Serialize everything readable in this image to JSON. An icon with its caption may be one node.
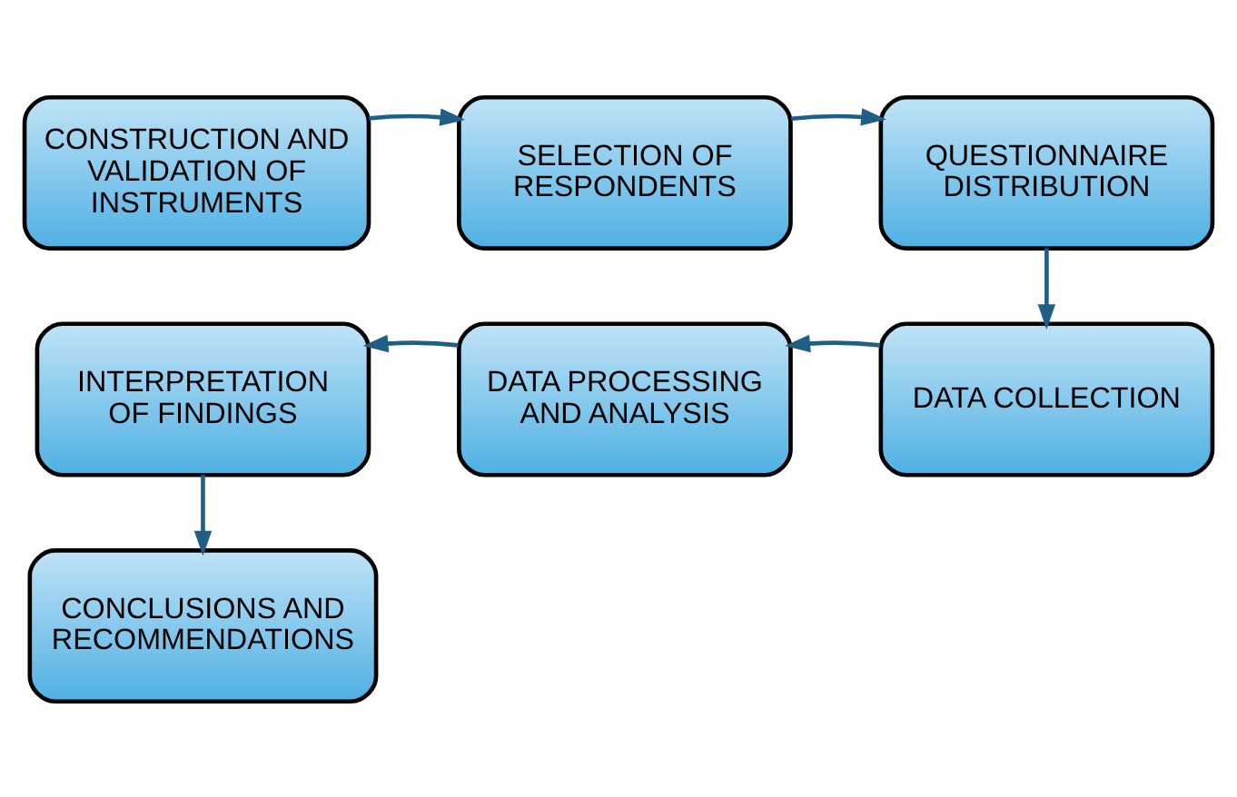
{
  "diagram": {
    "nodes": [
      {
        "text": [
          "CONSTRUCTION AND VALIDATION OF INSTRUMENTS"
        ]
      },
      {
        "text": [
          "SELECTION OF RESPONDENTS"
        ]
      },
      {
        "text": [
          "QUESTIONNAIRE DISTRIBUTION"
        ]
      },
      {
        "text": [
          "DATA COLLECTION"
        ]
      },
      {
        "text": [
          "DATA PROCESSING AND ANALYSIS"
        ]
      },
      {
        "text": [
          "INTERPRETATION OF FINDINGS"
        ]
      },
      {
        "text": [
          "CONCLUSIONS AND RECOMMENDATIONS"
        ]
      }
    ],
    "edges": [
      {
        "from": 0,
        "to": 1,
        "arrow": "to"
      },
      {
        "from": 1,
        "to": 2,
        "arrow": "to"
      },
      {
        "from": 2,
        "to": 3,
        "arrow": "to"
      },
      {
        "from": 3,
        "to": 4,
        "arrow": "to"
      },
      {
        "from": 4,
        "to": 5,
        "arrow": "to"
      },
      {
        "from": 5,
        "to": 6,
        "arrow": "to"
      }
    ]
  }
}
